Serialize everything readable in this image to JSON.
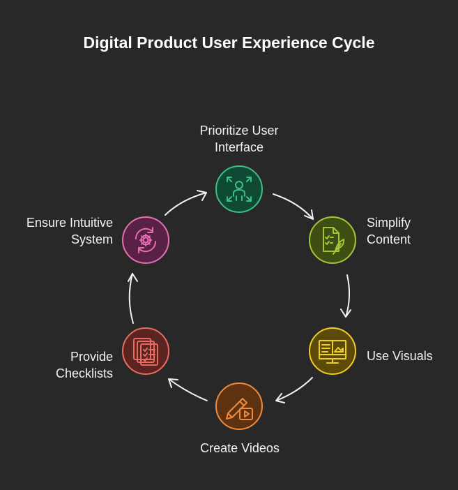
{
  "title": "Digital Product User Experience Cycle",
  "steps": [
    {
      "name": "prioritize",
      "lines": [
        "Prioritize User",
        "Interface"
      ],
      "icon": "person-focus-icon",
      "color": "#3dbf83",
      "fill": "#0f4a35"
    },
    {
      "name": "simplify",
      "lines": [
        "Simplify",
        "Content"
      ],
      "icon": "document-feather-icon",
      "color": "#a4c737",
      "fill": "#3f4f14"
    },
    {
      "name": "visuals",
      "lines": [
        "Use Visuals"
      ],
      "icon": "monitor-book-icon",
      "color": "#f2ce23",
      "fill": "#5b4a08"
    },
    {
      "name": "videos",
      "lines": [
        "Create Videos"
      ],
      "icon": "pencil-video-icon",
      "color": "#f08a3c",
      "fill": "#5e3210"
    },
    {
      "name": "checklists",
      "lines": [
        "Provide",
        "Checklists"
      ],
      "icon": "checklist-stack-icon",
      "color": "#ea6b62",
      "fill": "#5b2420"
    },
    {
      "name": "intuitive",
      "lines": [
        "Ensure Intuitive",
        "System"
      ],
      "icon": "gear-cycle-icon",
      "color": "#e76fb4",
      "fill": "#5a2146"
    }
  ]
}
